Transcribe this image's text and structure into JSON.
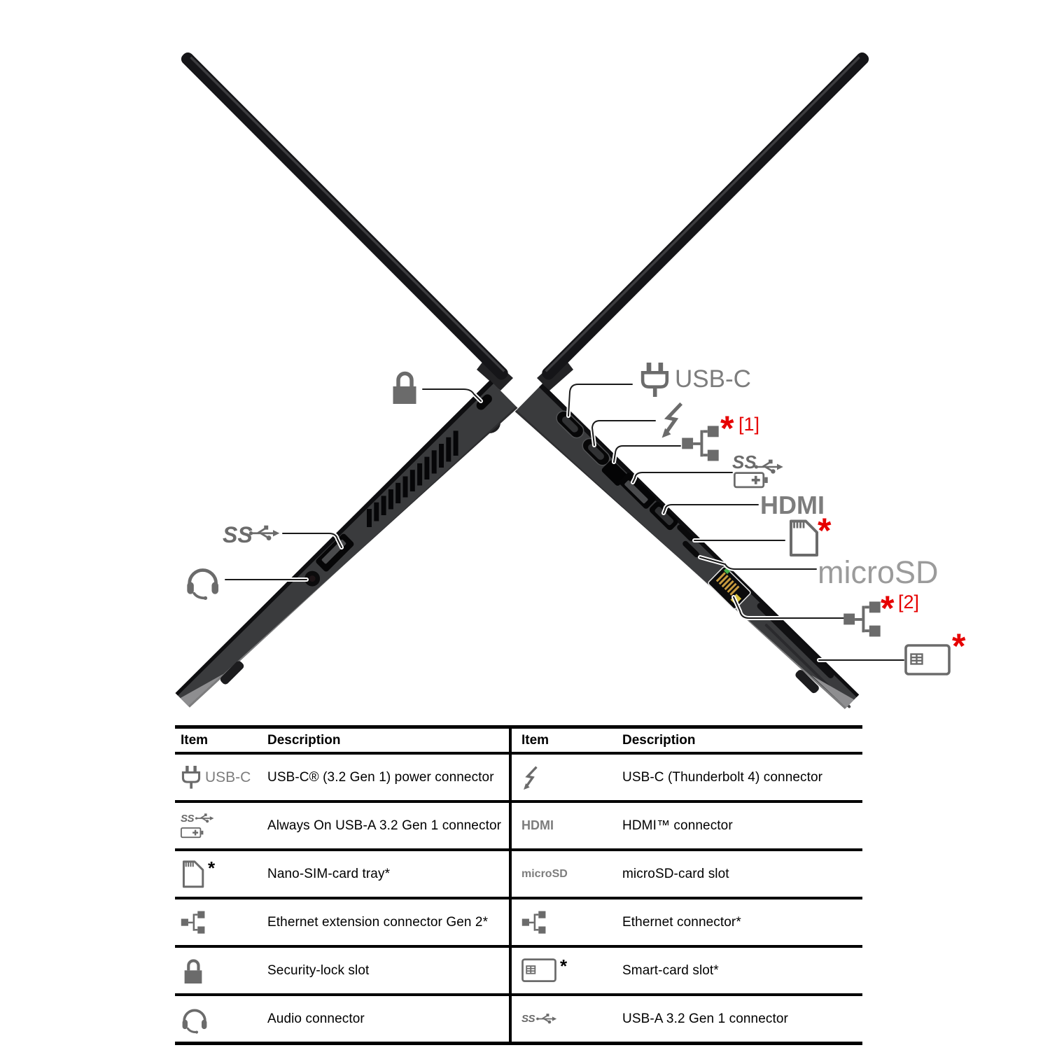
{
  "diagram": {
    "labels": {
      "ss": "SS",
      "usb_c": "USB-C",
      "hdmi": "HDMI",
      "microsd": "microSD",
      "star": "*",
      "ref1": "[1]",
      "ref2": "[2]"
    },
    "colors": {
      "icon_gray": "#6b6b6b",
      "label_gray": "#7d7d7d",
      "microsd_gray": "#9b9b9b",
      "note_red": "#e60000",
      "body_dark": "#3a3b3d",
      "edge_black": "#0e0e10"
    },
    "left_laptop_callouts": [
      "security-lock-slot",
      "usb-a-3-2-gen-1",
      "audio-connector"
    ],
    "right_laptop_callouts": [
      "usb-c-power",
      "usb-c-thunderbolt-4",
      "ethernet-extension-gen-2",
      "always-on-usb-a",
      "hdmi",
      "nano-sim-card-tray",
      "microsd-card-slot",
      "ethernet",
      "smart-card-slot"
    ]
  },
  "table": {
    "left": {
      "item_header": "Item",
      "desc_header": "Description",
      "rows": [
        {
          "icon": "usb-c-plug-icon",
          "icon_label": "USB-C",
          "description": "USB-C® (3.2 Gen 1) power connector"
        },
        {
          "icon": "ss-usb-battery-icon",
          "icon_label": "",
          "description": "Always On USB-A 3.2 Gen 1 connector"
        },
        {
          "icon": "nano-sim-icon",
          "icon_label": "*",
          "description": "Nano-SIM-card tray*"
        },
        {
          "icon": "ethernet-icon",
          "icon_label": "",
          "description": "Ethernet extension connector Gen 2*"
        },
        {
          "icon": "security-lock-icon",
          "icon_label": "",
          "description": "Security-lock slot"
        },
        {
          "icon": "headset-icon",
          "icon_label": "",
          "description": "Audio connector"
        }
      ]
    },
    "right": {
      "item_header": "Item",
      "desc_header": "Description",
      "rows": [
        {
          "icon": "thunderbolt-icon",
          "icon_label": "",
          "description": "USB-C (Thunderbolt 4) connector"
        },
        {
          "icon": "hdmi-label",
          "icon_label": "HDMI",
          "description": "HDMI™ connector"
        },
        {
          "icon": "microsd-label",
          "icon_label": "microSD",
          "description": "microSD-card slot"
        },
        {
          "icon": "ethernet-icon",
          "icon_label": "",
          "description": "Ethernet connector*"
        },
        {
          "icon": "smart-card-icon",
          "icon_label": "*",
          "description": "Smart-card slot*"
        },
        {
          "icon": "ss-usb-icon",
          "icon_label": "",
          "description": "USB-A 3.2 Gen 1 connector"
        }
      ]
    }
  }
}
